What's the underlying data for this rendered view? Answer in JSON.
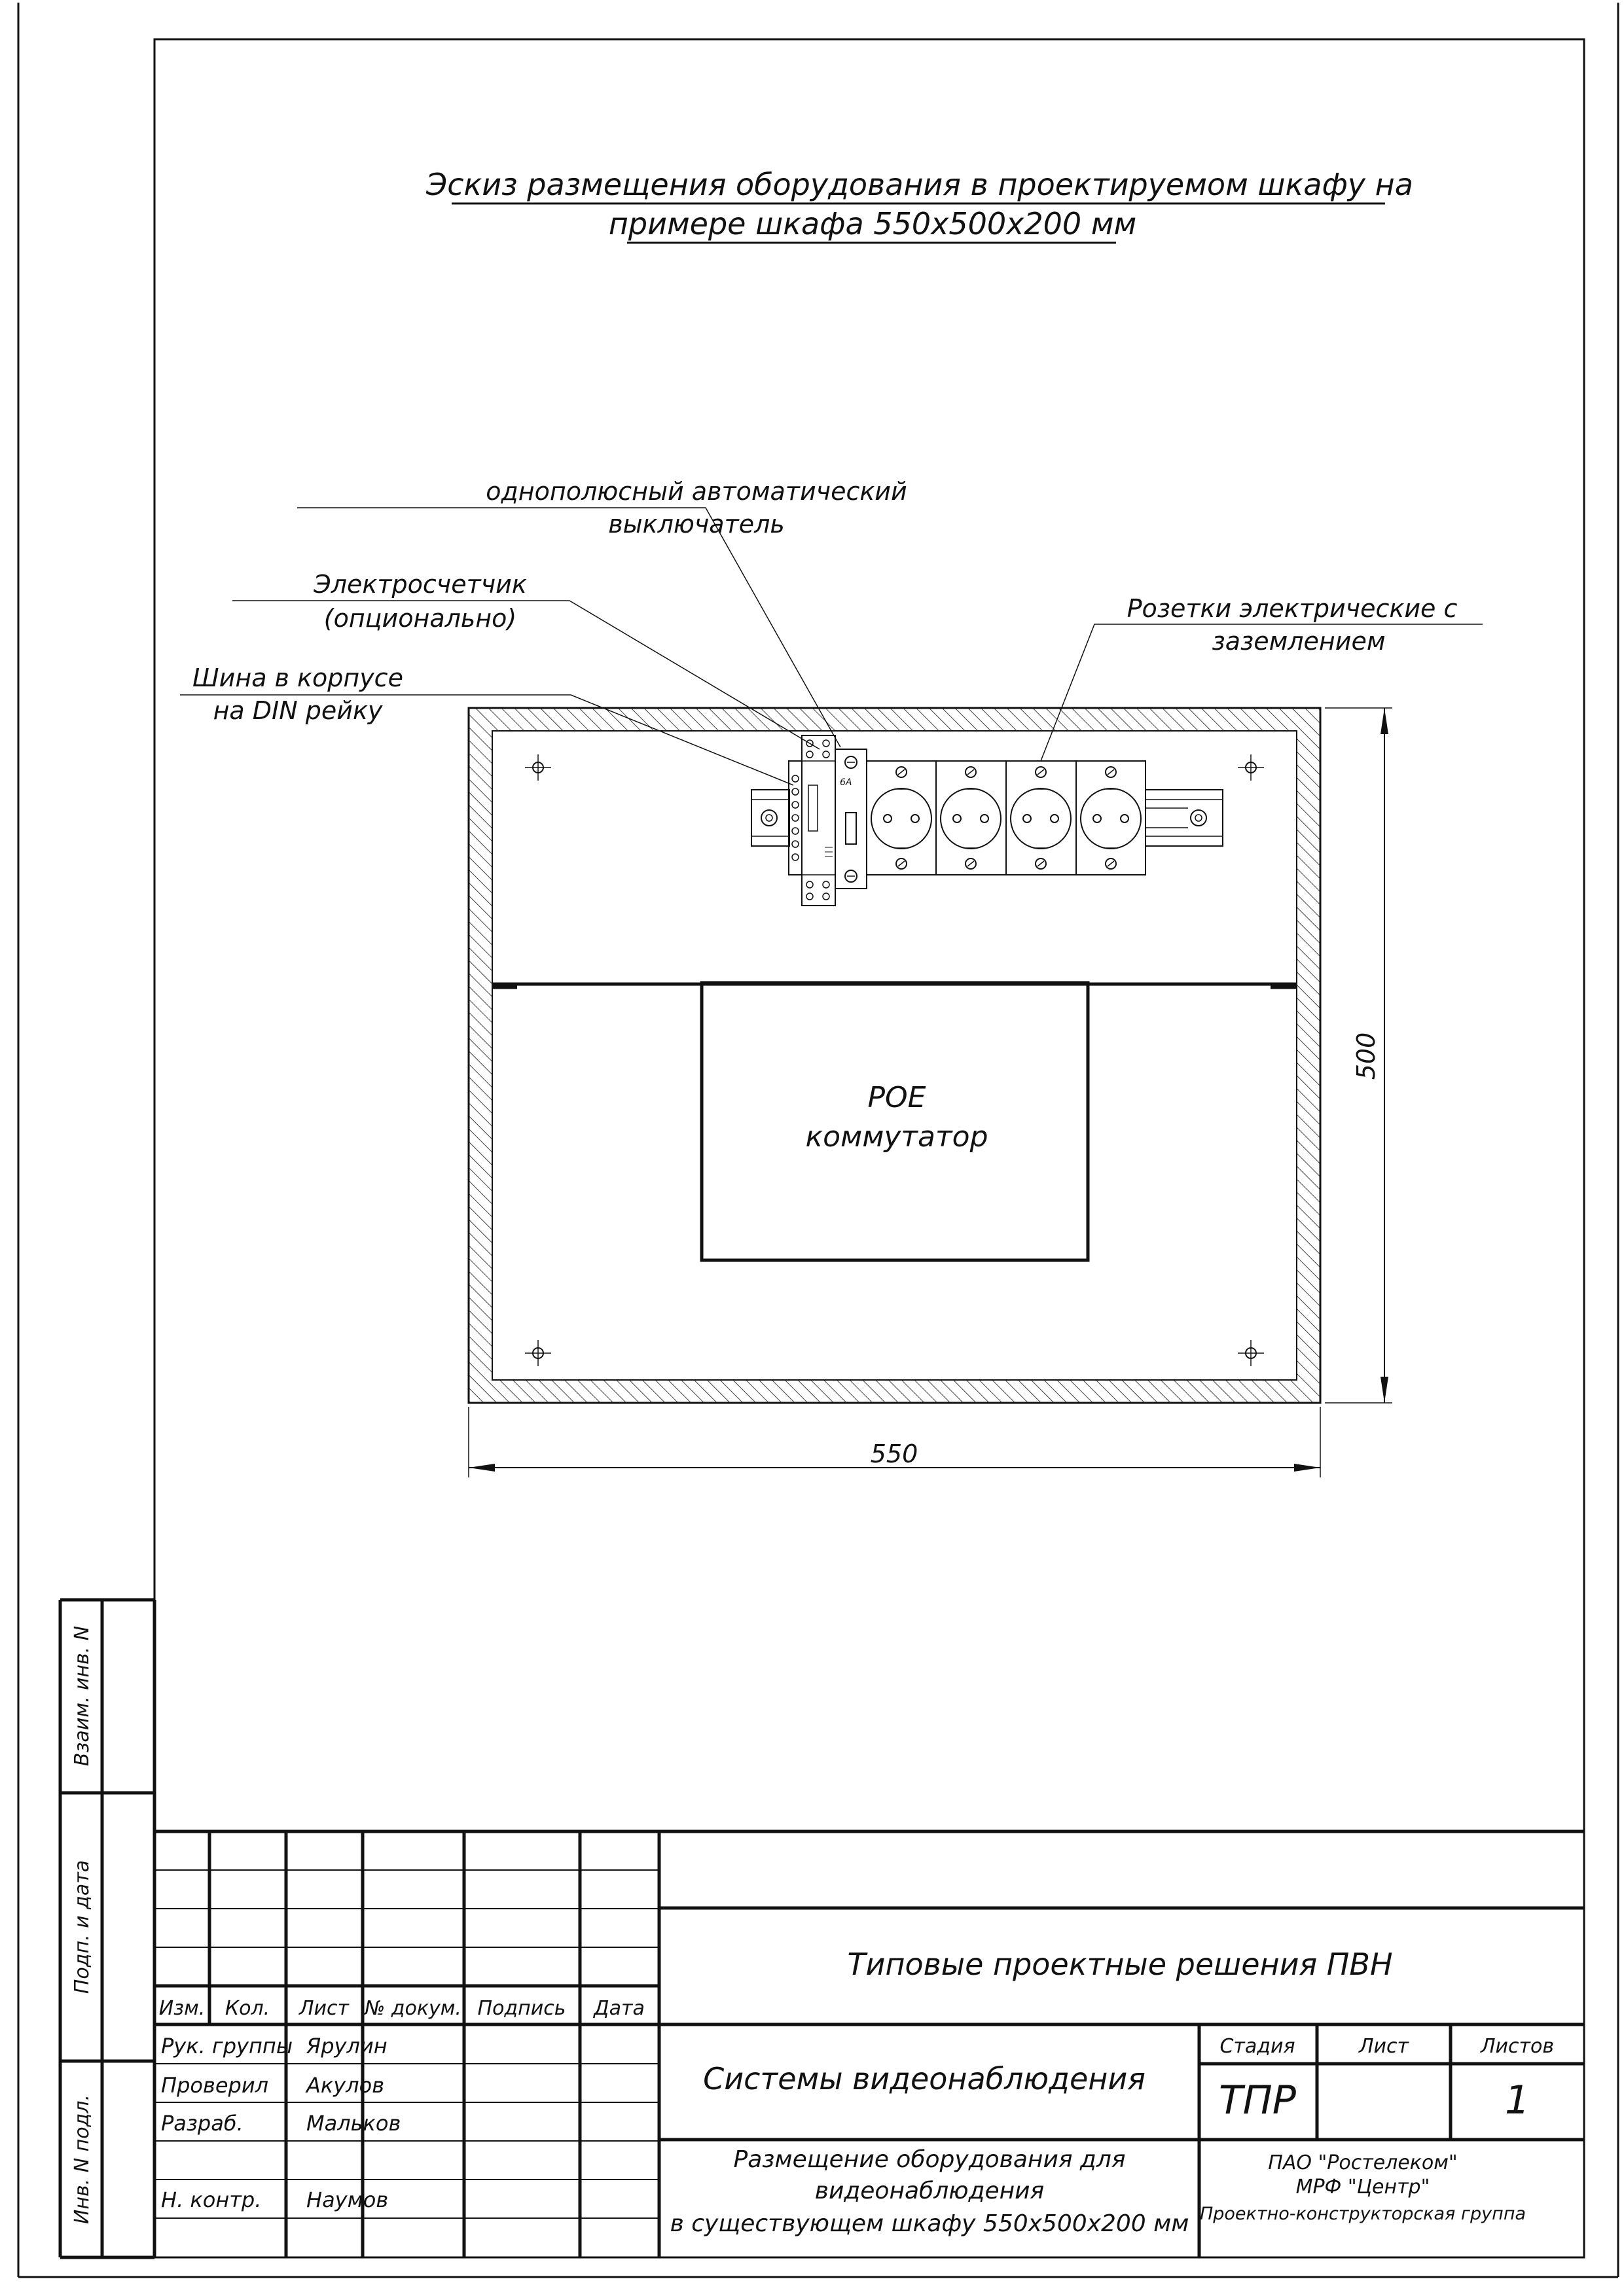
{
  "drawing": {
    "title_line1": "Эскиз размещения оборудования в проектируемом шкафу на",
    "title_line2": "примере шкафа 550х500х200 мм",
    "labels": {
      "breaker_line1": "однополюсный автоматический",
      "breaker_line2": "выключатель",
      "meter_line1": "Электросчетчик",
      "meter_line2": "(опционально)",
      "bus_line1": "Шина в корпусе",
      "bus_line2": "на DIN рейку",
      "sockets_line1": "Розетки электрические с",
      "sockets_line2": "заземлением"
    },
    "breaker_rating": "6А",
    "switch_line1": "POE",
    "switch_line2": "коммутатор",
    "dim_width": "550",
    "dim_height": "500"
  },
  "side_stamp": {
    "vzaim": "Взаим. инв. N",
    "podp_data": "Подп. и дата",
    "inv_podl": "Инв. N подл."
  },
  "title_block": {
    "headers": [
      "Изм.",
      "Кол.",
      "Лист",
      "№ докум.",
      "Подпись",
      "Дата"
    ],
    "rows": [
      {
        "role": "Рук. группы",
        "name": "Ярулин"
      },
      {
        "role": "Проверил",
        "name": "Акулов"
      },
      {
        "role": "Разраб.",
        "name": "Мальков"
      },
      {
        "role": "",
        "name": ""
      },
      {
        "role": "Н. контр.",
        "name": "Наумов"
      }
    ],
    "project": "Типовые проектные решения ПВН",
    "system": "Системы видеонаблюдения",
    "sheet_title_line1": "Размещение оборудования для",
    "sheet_title_line2": "видеонаблюдения",
    "sheet_title_line3": "в существующем шкафу 550х500х200 мм",
    "stage_label": "Стадия",
    "sheet_label": "Лист",
    "sheets_label": "Листов",
    "stage_value": "ТПР",
    "sheet_value": "",
    "sheets_value": "1",
    "org_line1": "ПАО \"Ростелеком\"",
    "org_line2": "МРФ \"Центр\"",
    "org_line3": "Проектно-конструкторская группа"
  }
}
